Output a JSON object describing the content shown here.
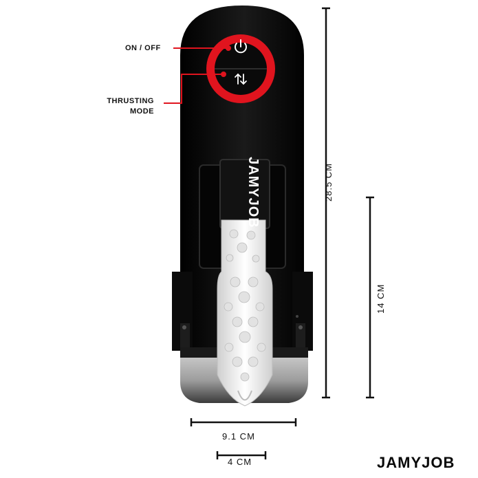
{
  "callouts": {
    "on_off": "ON / OFF",
    "thrusting_line1": "THRUSTING",
    "thrusting_line2": "MODE"
  },
  "dimensions": {
    "height_total": "28.5 CM",
    "insert_length": "14 CM",
    "width_device": "9.1 CM",
    "width_opening": "4 CM"
  },
  "device": {
    "logo_text": "JAMYJOB"
  },
  "brand": {
    "name": "JAMYJOB"
  },
  "colors": {
    "accent_red": "#e0141e",
    "body_black": "#0b0b0b",
    "sleeve_white": "#f2f2f2"
  },
  "icons": {
    "power_button": "power-icon",
    "mode_button": "swap-arrows-icon"
  }
}
